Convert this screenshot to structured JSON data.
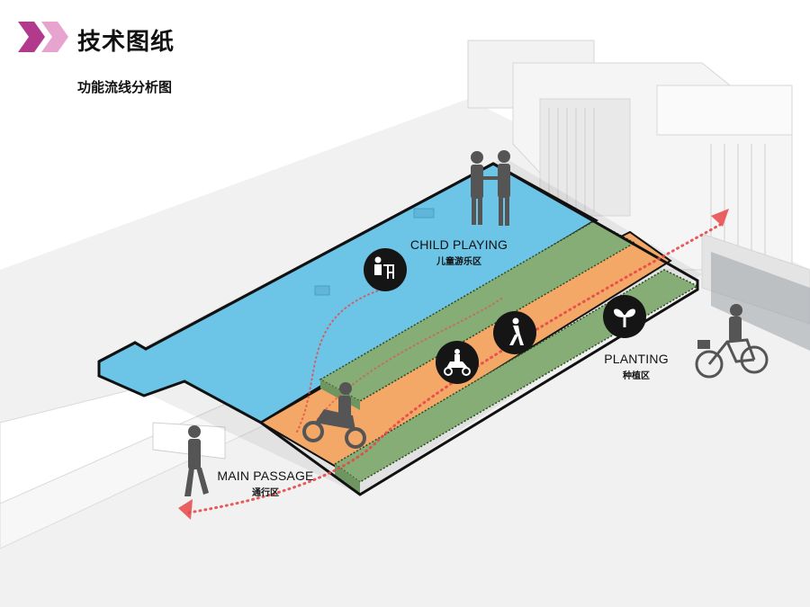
{
  "header": {
    "title": "技术图纸",
    "subtitle": "功能流线分析图"
  },
  "zones": {
    "child_playing": {
      "en": "CHILD PLAYING",
      "cn": "儿童游乐区"
    },
    "planting": {
      "en": "PLANTING",
      "cn": "种植区"
    },
    "main_passage": {
      "en": "MAIN PASSAGE",
      "cn": "通行区"
    }
  },
  "icons": [
    "child-play-icon",
    "pedestrian-icon",
    "scooter-icon",
    "sprout-icon"
  ],
  "colors": {
    "child_zone": "#6cc4e6",
    "passage_zone": "#f3a867",
    "planting_zone": "#86ad75",
    "flow_line": "#e8474a",
    "accent_chevron_1": "#b23a8c",
    "accent_chevron_2": "#e6a4cf"
  }
}
